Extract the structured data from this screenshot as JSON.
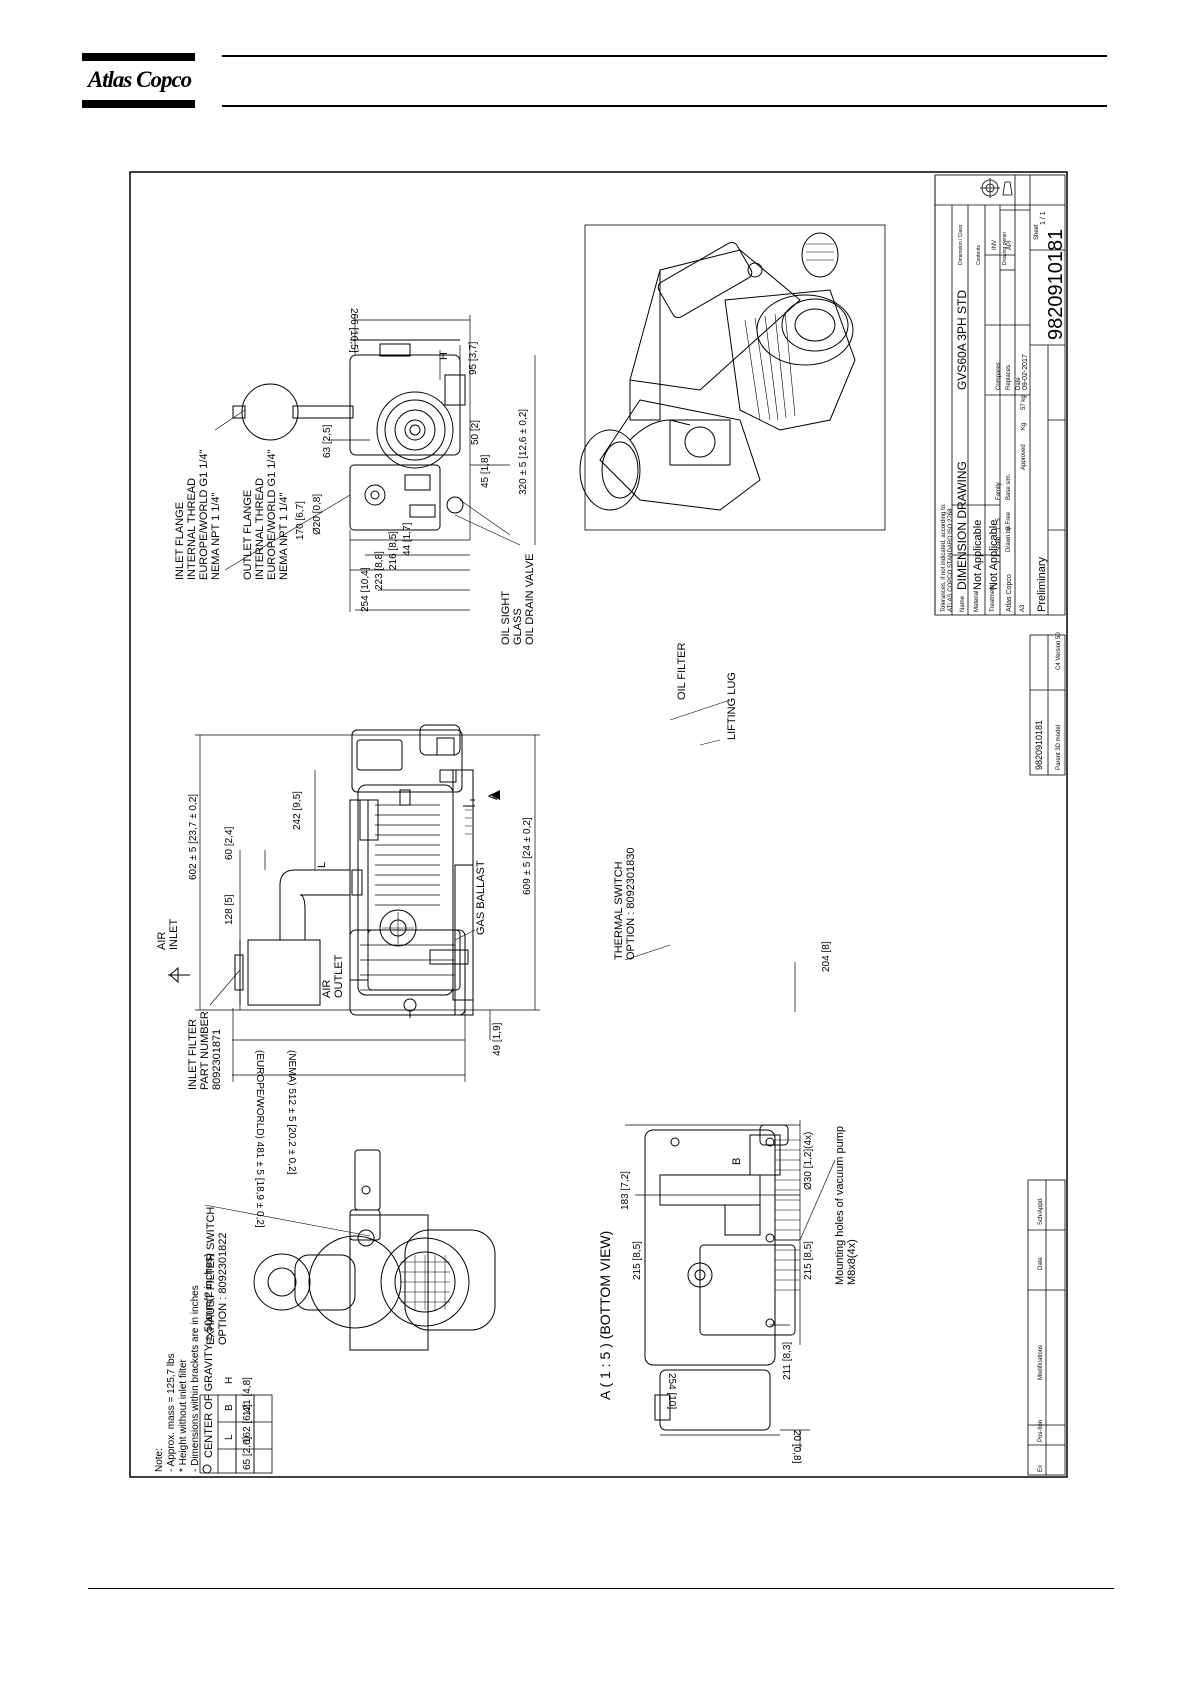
{
  "header": {
    "logo_text": "Atlas Copco"
  },
  "drawing": {
    "bottom_view_title": "A ( 1 : 5 ) (BOTTOM VIEW)",
    "labels": {
      "exhaust_filter_switch": [
        "EXHAUST FILTER SWITCH",
        "OPTION : 8092301822"
      ],
      "inlet_filter": [
        "INLET FILTER",
        "PART NUMBER",
        "8092301871"
      ],
      "inlet_flange": [
        "INLET FLANGE",
        "INTERNAL THREAD",
        "EUROPE/WORLD G1 1/4\"",
        "NEMA NPT 1 1/4\""
      ],
      "outlet_flange": [
        "OUTLET FLANGE",
        "INTERNAL THREAD",
        "EUROPE/WORLD G1 1/4\"",
        "NEMA NPT 1 1/4\""
      ],
      "oil_sight_glass": [
        "OIL SIGHT",
        "GLASS"
      ],
      "oil_drain_valve": "OIL DRAIN VALVE",
      "air_inlet": [
        "AIR",
        "INLET"
      ],
      "air_outlet": [
        "AIR",
        "OUTLET"
      ],
      "gas_ballast": "GAS BALLAST",
      "thermal_switch": [
        "THERMAL SWITCH",
        "OPTION : 8092301830"
      ],
      "oil_filter": "OIL FILTER",
      "lifting_lug": "LIFTING LUG",
      "mounting_holes": [
        "Mounting holes of vacuum pump",
        "M8x8(4x)"
      ],
      "arrow_a": "A",
      "marker_l": "L",
      "marker_h": "H",
      "marker_b": "B"
    },
    "dimensions": {
      "side_view": [
        "602 ± 5 [23,7 ± 0,2]",
        "128 [5]",
        "60 [2,4]",
        "242 [9,5]",
        "609 ± 5 [24 ± 0,2]",
        "(EUROPE/WORLD) 481 ± 5 [18,9 ± 0,2]",
        "(NEMA) 512 ± 5 [20,2 ± 0,2]",
        "49 [1,9]",
        "204 [8]"
      ],
      "end_view": [
        "254 [10,4]",
        "223 [8,8]",
        "216 [8,5]",
        "44 [1,7]",
        "Ø20 [0,8]",
        "170 [6,7]",
        "63 [2,5]",
        "45 [1,8]",
        "50 [2]",
        "320 ± 5 [12,6 ± 0,2]",
        "95 [3,7]",
        "266 [10,5]"
      ],
      "bottom_view": [
        "183 [7,2]",
        "215 [8,5]",
        "215 [8,5]",
        "211 [8,3]",
        "254 [10]",
        "20 [0,8]",
        "Ø30 [1,2](4x)"
      ]
    },
    "notes": [
      "Note:",
      "- Approx. mass = 125,7 lbs",
      "* Height without inlet filter",
      "- Dimensions within brackets are in inches"
    ],
    "center_of_gravity": {
      "title": "CENTER OF GRAVITY ± 50mm(2 inches)",
      "headers": [
        "L",
        "B",
        "H"
      ],
      "values": [
        "65 [2,6]",
        "162 [6,4]",
        "121 [4,8]"
      ]
    },
    "revision_block": [
      "Ex",
      "Pos-tion",
      "Modifications",
      "Date",
      "Sch/Appd."
    ],
    "title_block": {
      "tolerance_note": [
        "Tolerances, if not indicated, according to:",
        "ATLAS COPCO STANDARD ISO 2768"
      ],
      "name_label": "Name",
      "name": "DIMENSION DRAWING",
      "material_label": "Material",
      "material": "Not Applicable",
      "treatment_label": "Treatment",
      "treatment": "Not Applicable",
      "scale_label": "Scale",
      "scale": "1 : 5",
      "family_label": "Family",
      "compares_label": "Compares",
      "drawn_by_label": "Drawn by",
      "drawn_by": "B.Free",
      "checked_label": "Base sim.",
      "replaces_label": "Replaces",
      "approved_label": "Approved",
      "date_label": "Date",
      "date": "09-02-2017",
      "weight_label": "Kg",
      "weight": "57 kg",
      "designation": "GVS60A 3PH STD",
      "drawing_no": "9820910181",
      "sheet_label": "Sheet",
      "sheet": "1 / 1",
      "status": "Preliminary",
      "proj": "A3",
      "file_note": "Parent 3D model",
      "version_note": "C4  Version 50",
      "side_number": "9820910181",
      "dept": "INV",
      "api_label": "API",
      "company": "Atlas Copco",
      "small_label_1": "Dimension / Class",
      "small_label_2": "Drawing owner",
      "small_label_3": "Contents"
    }
  }
}
